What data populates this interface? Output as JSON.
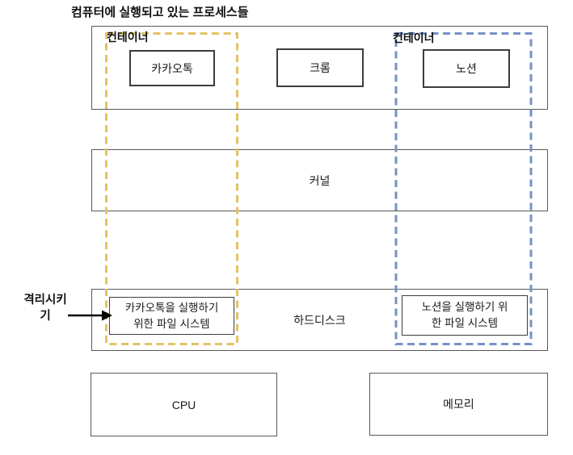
{
  "title": "컴퓨터에 실행되고 있는 프로세스들",
  "processes_box": {
    "containers": [
      {
        "label": "컨테이너",
        "app": "카카오톡",
        "border_color": "#E2C365"
      },
      {
        "label": "컨테이너",
        "app": "노션",
        "border_color": "#7591C8"
      }
    ],
    "standalone_app": "크롬"
  },
  "kernel": {
    "label": "커널"
  },
  "harddisk": {
    "label": "하드디스크",
    "kakaotalk_fs": "카카오톡을 실행하기\n위한 파일 시스템",
    "notion_fs": "노션을 실행하기 위\n한 파일 시스템"
  },
  "hardware": {
    "cpu": "CPU",
    "memory": "메모리"
  },
  "annotation": {
    "isolate": "격리시키\n기",
    "arrow_color": "#000000"
  }
}
